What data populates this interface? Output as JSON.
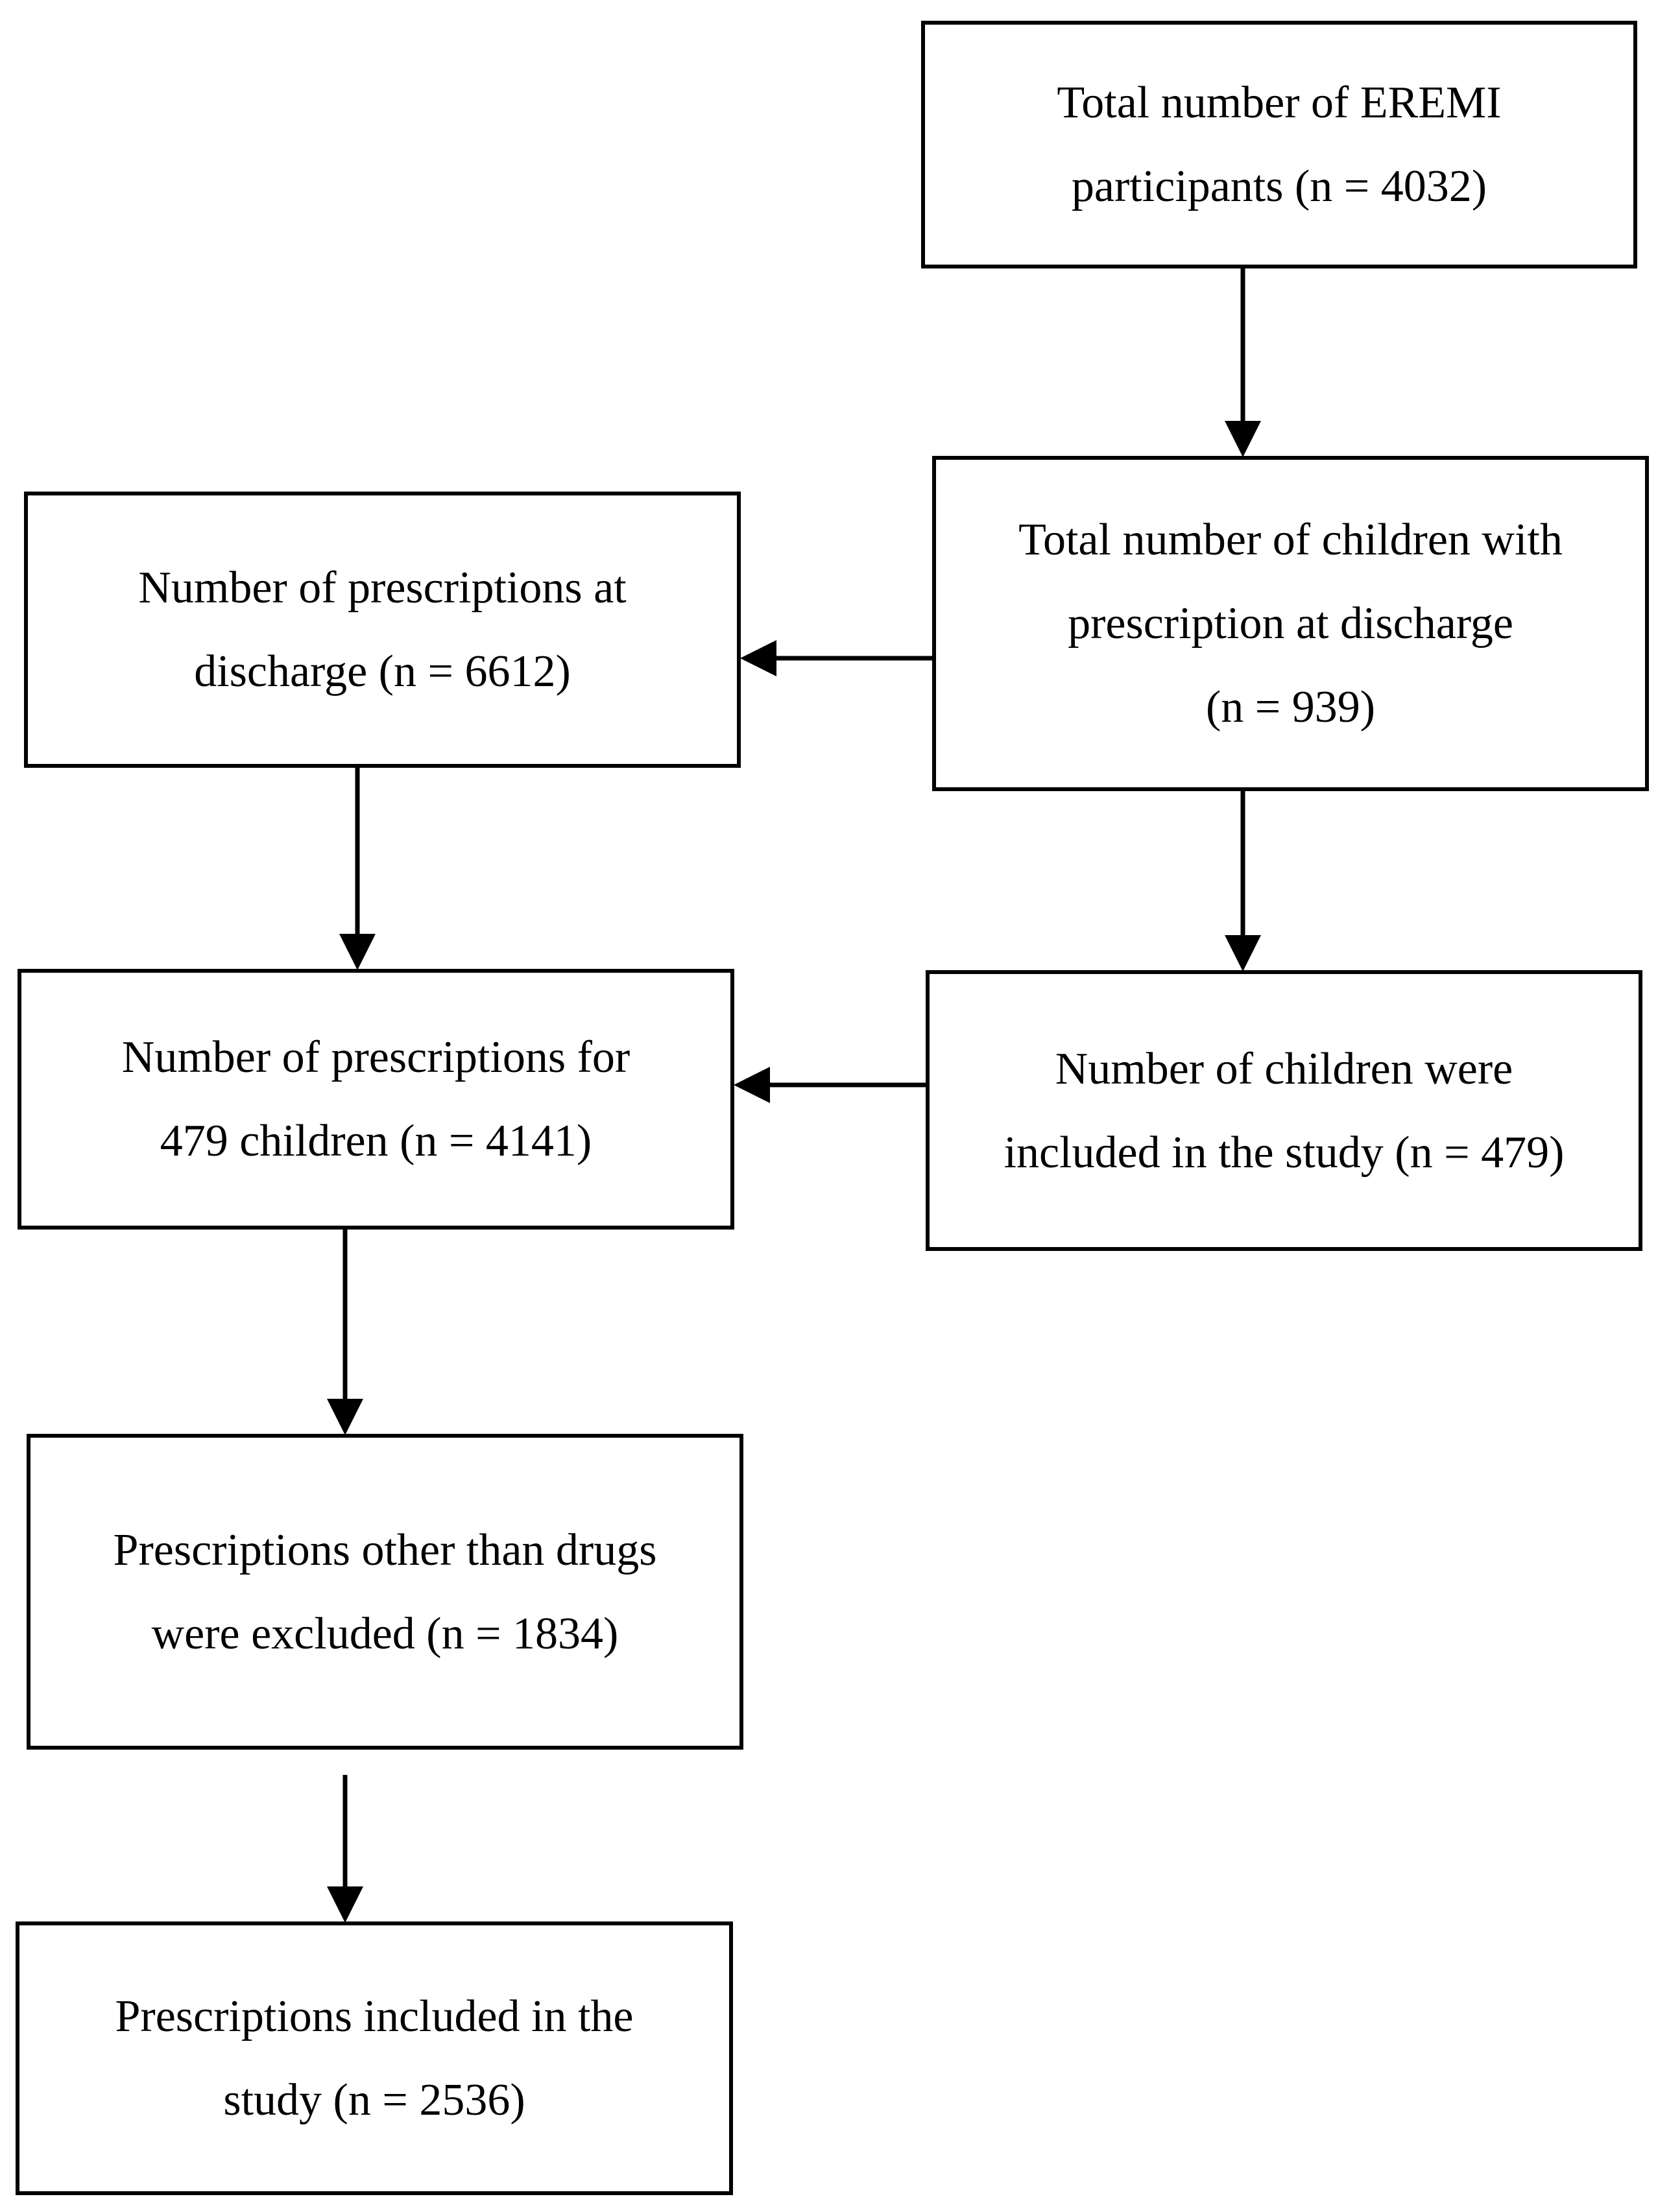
{
  "flowchart": {
    "boxes": {
      "eremi": [
        "Total number of EREMI",
        "participants (n = 4032)"
      ],
      "children": [
        "Total number of children with",
        "prescription at discharge",
        "(n = 939)"
      ],
      "presc_discharge": [
        "Number of prescriptions at",
        "discharge (n = 6612)"
      ],
      "presc_479": [
        "Number of prescriptions for",
        "479 children (n = 4141)"
      ],
      "children_included": [
        "Number of children were",
        "included in the study (n = 479)"
      ],
      "excluded": [
        "Prescriptions other than drugs",
        "were excluded (n = 1834)"
      ],
      "final": [
        "Prescriptions included in the",
        "study (n = 2536)"
      ]
    },
    "connections": [
      {
        "from": "eremi",
        "to": "children"
      },
      {
        "from": "children",
        "to": "presc_discharge"
      },
      {
        "from": "children",
        "to": "children_included"
      },
      {
        "from": "presc_discharge",
        "to": "presc_479"
      },
      {
        "from": "children_included",
        "to": "presc_479"
      },
      {
        "from": "presc_479",
        "to": "excluded"
      },
      {
        "from": "excluded",
        "to": "final"
      }
    ]
  }
}
